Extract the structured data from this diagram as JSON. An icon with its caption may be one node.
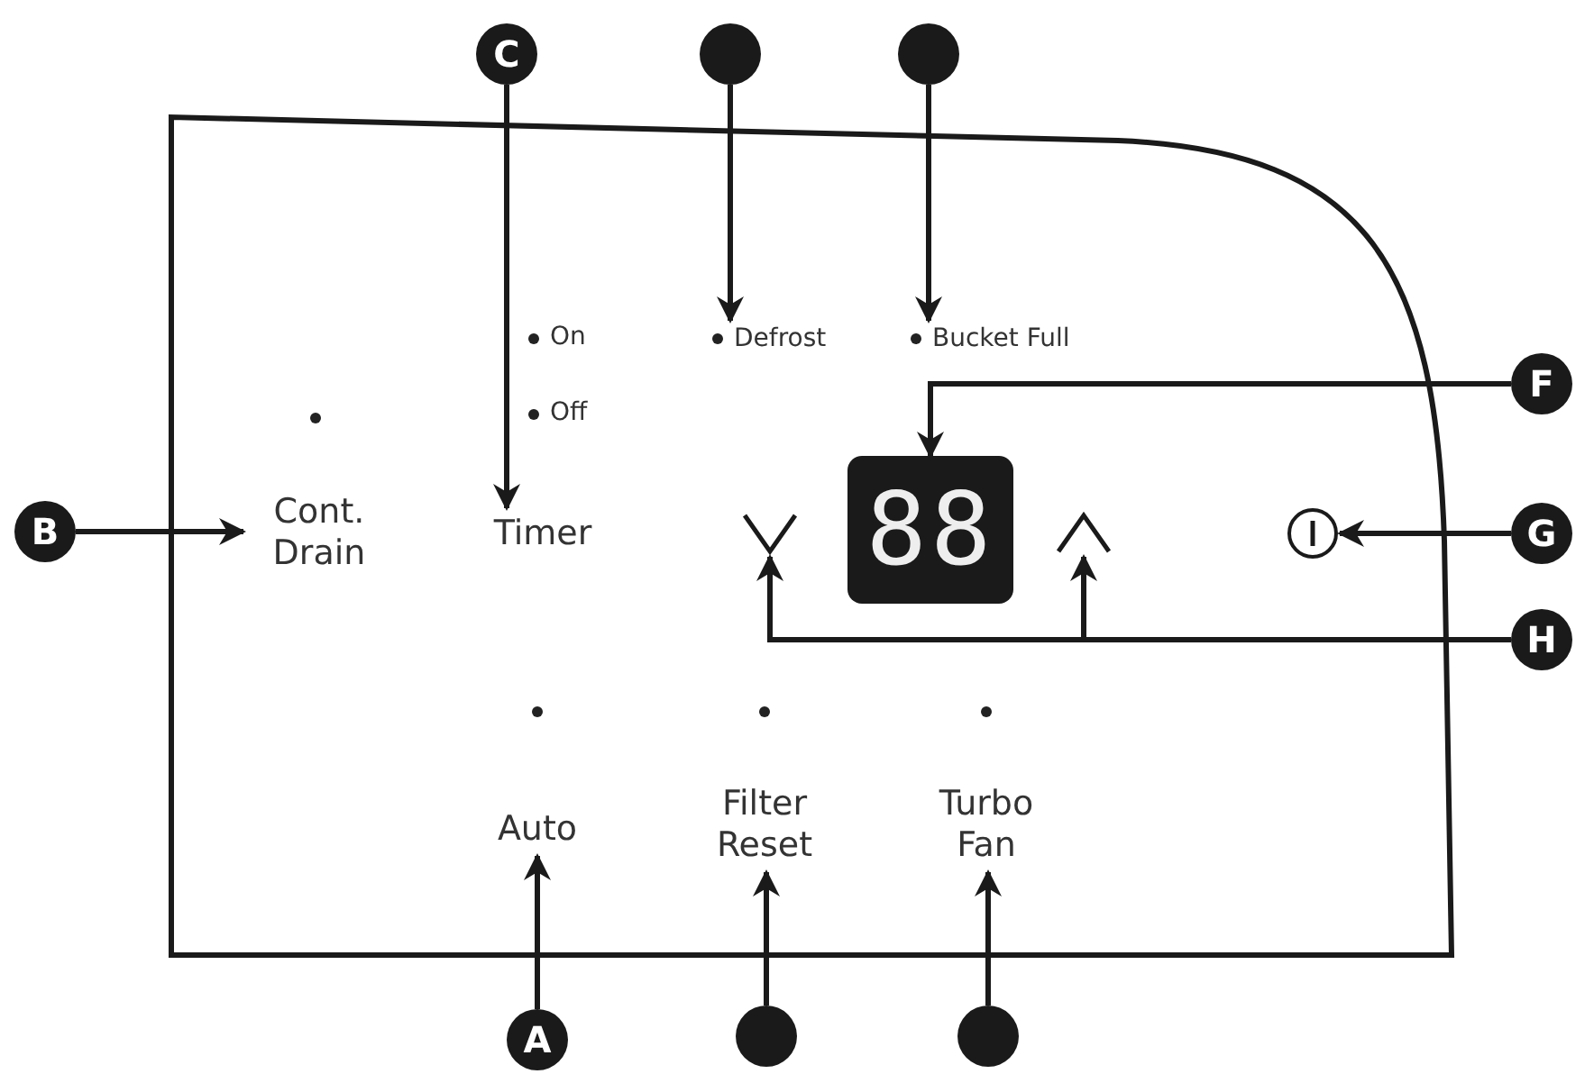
{
  "diagram": {
    "nodes": [
      {
        "text": [
          "A"
        ]
      },
      {
        "text": [
          "B"
        ]
      },
      {
        "text": [
          "C"
        ]
      },
      {
        "text": [],
        "shape": "circle"
      },
      {
        "text": [],
        "shape": "circle"
      },
      {
        "text": [
          "F"
        ]
      },
      {
        "text": [
          "G"
        ]
      },
      {
        "text": [
          "H"
        ]
      },
      {
        "text": [],
        "shape": "circle"
      },
      {
        "text": [],
        "shape": "circle"
      },
      {
        "text": [
          "Auto"
        ]
      },
      {
        "text": [
          "Cont. Drain"
        ]
      },
      {
        "text": [
          "Timer"
        ]
      },
      {
        "text": [
          "Defrost"
        ]
      },
      {
        "text": [
          "Bucket Full"
        ]
      },
      {
        "text": [
          "88"
        ]
      },
      {
        "text": [],
        "shape": "picture"
      },
      {
        "text": [],
        "shape": "picture"
      },
      {
        "text": [],
        "shape": "picture"
      },
      {
        "text": [
          "Filter Reset"
        ]
      },
      {
        "text": [
          "Turbo Fan"
        ]
      }
    ],
    "edges": [
      {
        "from": 0,
        "to": 10,
        "arrow": "to"
      },
      {
        "from": 1,
        "to": 11,
        "arrow": "to"
      },
      {
        "from": 2,
        "to": 12,
        "arrow": "to"
      },
      {
        "from": 3,
        "to": 13,
        "arrow": "to"
      },
      {
        "from": 4,
        "to": 14,
        "arrow": "to"
      },
      {
        "from": 5,
        "to": 15,
        "arrow": "to"
      },
      {
        "from": 6,
        "to": 18,
        "arrow": "to"
      },
      {
        "from": 7,
        "to": 16,
        "arrow": "to"
      },
      {
        "from": 7,
        "to": 17,
        "arrow": "to"
      },
      {
        "from": 8,
        "to": 19,
        "arrow": "to"
      },
      {
        "from": 9,
        "to": 20,
        "arrow": "to"
      }
    ],
    "labels": [
      "On",
      "Off"
    ]
  }
}
